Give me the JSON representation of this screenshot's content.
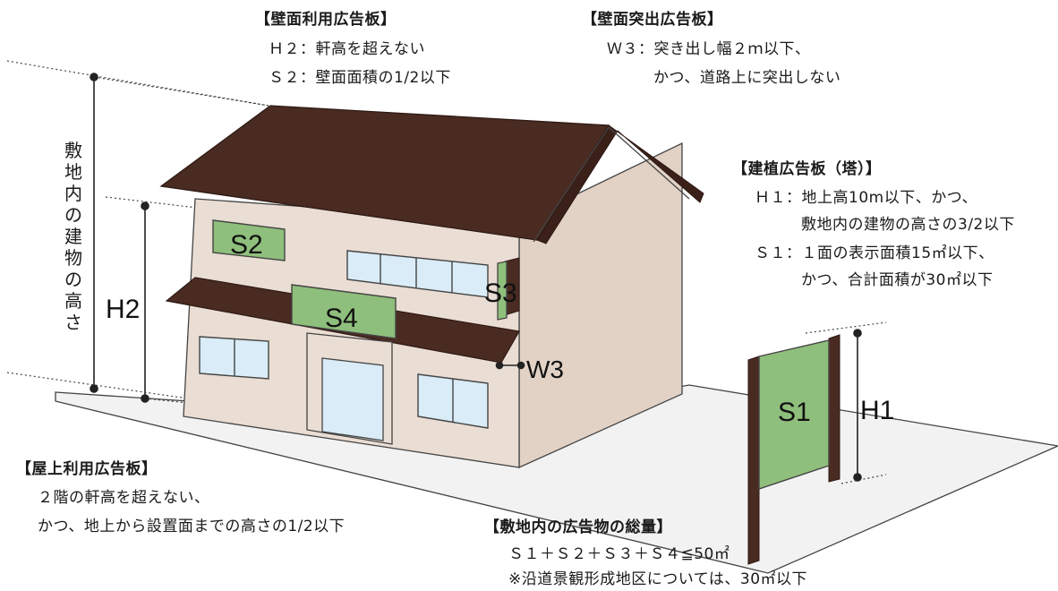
{
  "signs": {
    "s1": "S1",
    "s2": "S2",
    "s3": "S3",
    "s4": "S4",
    "h1": "H1",
    "h2": "H2",
    "w3": "W3"
  },
  "vertical_label": "敷地内の建物の高さ",
  "wall_use": {
    "heading": "【壁面利用広告板】",
    "line1": "Ｈ２：軒高を超えない",
    "line2": "Ｓ２：壁面面積の1/2以下"
  },
  "wall_projecting": {
    "heading": "【壁面突出広告板】",
    "line1": "Ｗ３：突き出し幅２ｍ以下、",
    "line2": "かつ、道路上に突出しない"
  },
  "standing": {
    "heading": "【建植広告板（塔）】",
    "line1": "Ｈ１：地上高10m以下、かつ、",
    "line2": "敷地内の建物の高さの3/2以下",
    "line3": "Ｓ１：１面の表示面積15㎡以下、",
    "line4": "かつ、合計面積が30㎡以下"
  },
  "rooftop": {
    "heading": "【屋上利用広告板】",
    "line1": "２階の軒高を超えない、",
    "line2": "かつ、地上から設置面までの高さの1/2以下"
  },
  "total": {
    "heading": "【敷地内の広告物の総量】",
    "line1": "Ｓ１＋Ｓ２＋Ｓ３＋Ｓ４≦50㎡",
    "line2": "※沿道景観形成地区については、30㎡以下"
  },
  "colors": {
    "roof": "#4a2b22",
    "wall": "#eaddd3",
    "wall_side": "#e2d2c6",
    "sign": "#8fbf7c",
    "window": "#d9ecf7",
    "ground": "#f2f2f2"
  }
}
